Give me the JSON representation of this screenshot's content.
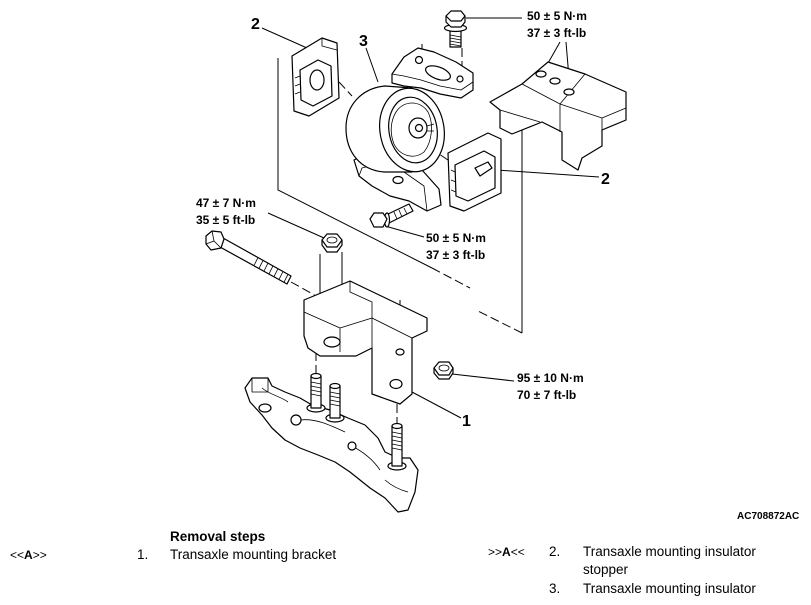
{
  "figure": {
    "code": "AC708872AC",
    "callouts": {
      "stopper_upper": "2",
      "insulator": "3",
      "stopper_right": "2",
      "bracket": "1"
    },
    "torque": {
      "top_bolt": {
        "metric": "50 ± 5 N·m",
        "imperial": "37 ± 3 ft-lb"
      },
      "long_bolt": {
        "metric": "47 ± 7 N·m",
        "imperial": "35 ± 5 ft-lb"
      },
      "insulator_bolt": {
        "metric": "50 ± 5 N·m",
        "imperial": "37 ± 3 ft-lb"
      },
      "bracket_nut": {
        "metric": "95 ± 10 N·m",
        "imperial": "70 ± 7 ft-lb"
      }
    }
  },
  "removal": {
    "heading": "Removal steps",
    "steps": [
      {
        "marker": {
          "open": "<<",
          "letter": "A",
          "close": ">>"
        },
        "number": "1.",
        "text": "Transaxle mounting bracket"
      },
      {
        "marker": {
          "open": ">>",
          "letter": "A",
          "close": "<<"
        },
        "number": "2.",
        "text": "Transaxle mounting insulator stopper"
      },
      {
        "number": "3.",
        "text": "Transaxle mounting insulator"
      }
    ]
  }
}
